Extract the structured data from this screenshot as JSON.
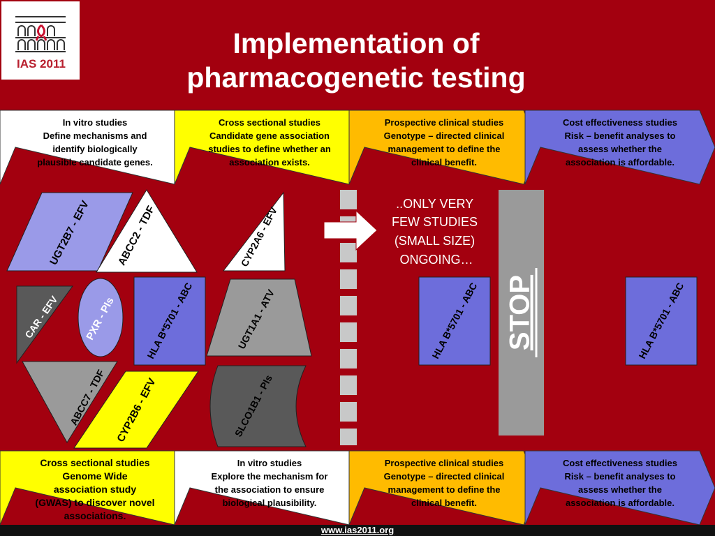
{
  "logo": {
    "text": "IAS 2011"
  },
  "title": {
    "line1": "Implementation of",
    "line2": "pharmacogenetic testing"
  },
  "top_arrows": [
    {
      "color": "#ffffff",
      "lines": [
        "In vitro studies",
        "Define mechanisms and",
        "identify biologically",
        "plausible candidate genes."
      ]
    },
    {
      "color": "#ffff00",
      "lines": [
        "Cross sectional studies",
        "Candidate gene association",
        "studies to define whether an",
        "association exists."
      ]
    },
    {
      "color": "#ffbb00",
      "lines": [
        "Prospective clinical studies",
        "Genotype – directed clinical",
        "management to define the",
        "clinical benefit."
      ]
    },
    {
      "color": "#6d6ddb",
      "lines": [
        "Cost effectiveness studies",
        "Risk – benefit analyses to",
        "assess whether the",
        "association is affordable."
      ]
    }
  ],
  "bottom_arrows": [
    {
      "color": "#ffff00",
      "lines": [
        "Cross sectional studies",
        "Genome Wide",
        "association study",
        "(GWAS) to discover novel",
        "associations."
      ]
    },
    {
      "color": "#ffffff",
      "lines": [
        "In vitro studies",
        "Explore the mechanism for",
        "the association to ensure",
        "biological plausibility."
      ]
    },
    {
      "color": "#ffbb00",
      "lines": [
        "Prospective clinical studies",
        "Genotype – directed clinical",
        "management to define the",
        "clinical benefit."
      ]
    },
    {
      "color": "#6d6ddb",
      "lines": [
        "Cost effectiveness studies",
        "Risk – benefit analyses to",
        "assess whether the",
        "association is affordable."
      ]
    }
  ],
  "shapes": {
    "ugt2b7": "UGT2B7 - EFV",
    "abcc2": "ABCC2 - TDF",
    "cyp2a6": "CYP2A6 - EFV",
    "car": "CAR - EFV",
    "pxr": "PXR - PIs",
    "hla_left": "HLA B*5701 - ABC",
    "ugt1a1": "UGT1A1 - ATV",
    "abcc7": "ABCC7 - TDF",
    "cyp2b6": "CYP2B6 - EFV",
    "slco1b1": "SLCO1B1 - PIs",
    "hla_mid": "HLA B*5701 - ABC",
    "hla_right": "HLA B*5701 - ABC"
  },
  "note": {
    "lines": [
      "..ONLY VERY",
      "FEW STUDIES",
      "(SMALL SIZE)",
      "ONGOING…"
    ]
  },
  "stop_label": "STOP",
  "footer": {
    "url": "www.ias2011.org"
  },
  "colors": {
    "background": "#a3000f",
    "blue": "#6d6ddb",
    "light_blue": "#9a9ae8",
    "dark_grey": "#595959",
    "grey": "#9a9a9a",
    "yellow": "#ffff00",
    "orange": "#ffbb00"
  }
}
